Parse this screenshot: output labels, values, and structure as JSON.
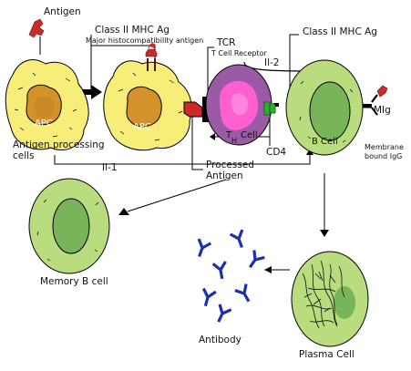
{
  "labels": {
    "antigen": "Antigen",
    "class2_top": "Class II MHC Ag",
    "major_histo": "Major histocompatibility antigen",
    "tcr": "TCR",
    "tcr_full": "T Cell Receptor",
    "class2_right": "Class II MHC Ag",
    "il2": "Il-2",
    "il1": "Il-1",
    "apc_left": "APC",
    "apc_mid": "APC",
    "antigen_processing_line1": "Antigen processing",
    "antigen_processing_line2": "cells",
    "processed_line1": "Processed",
    "processed_line2": "Antigen",
    "th_cell_T": "T",
    "th_cell_H": "H",
    "th_cell_rest": "Cell",
    "cd4": "CD4",
    "b_cell": "B Cell",
    "mig": "MIg",
    "membrane_line1": "Membrane",
    "membrane_line2": "bound IgG",
    "memory_b": "Memory B cell",
    "antibody": "Antibody",
    "plasma": "Plasma Cell"
  },
  "colors": {
    "apc_fill": "#f7ee7a",
    "apc_nucleus": "#d4922c",
    "th_outer": "#9b5aa6",
    "th_inner": "#ff5fd0",
    "b_cell_outer": "#b8dc7e",
    "b_cell_inner": "#78b45a",
    "antigen": "#cc2a2a",
    "tcr_green": "#2fae2f",
    "antibody_blue": "#1c2fb2",
    "arrow": "#000000"
  }
}
